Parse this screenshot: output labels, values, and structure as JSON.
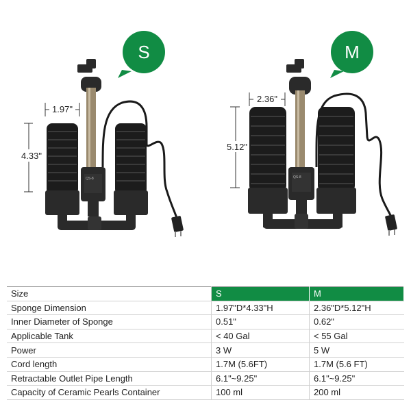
{
  "products": [
    {
      "badge": "S",
      "width_label": "1.97\"",
      "height_label": "4.33\"",
      "label_text": "QS-8"
    },
    {
      "badge": "M",
      "width_label": "2.36\"",
      "height_label": "5.12\"",
      "label_text": "QS-8"
    }
  ],
  "colors": {
    "accent": "#118c44",
    "sponge": "#1c1c1c",
    "body": "#2a2a2a",
    "pipe": "#9a8a6e"
  },
  "table": {
    "columns": [
      "Size",
      "S",
      "M"
    ],
    "rows": [
      [
        "Sponge Dimension",
        "1.97\"D*4.33\"H",
        "2.36\"D*5.12\"H"
      ],
      [
        "Inner Diameter of Sponge",
        "0.51\"",
        "0.62\""
      ],
      [
        "Applicable Tank",
        "< 40 Gal",
        "< 55 Gal"
      ],
      [
        "Power",
        "3 W",
        "5 W"
      ],
      [
        "Cord length",
        "1.7M (5.6FT)",
        "1.7M (5.6 FT)"
      ],
      [
        "Retractable Outlet Pipe Length",
        "6.1\"~9.25\"",
        "6.1\"~9.25\""
      ],
      [
        "Capacity of Ceramic Pearls Container",
        "100 ml",
        "200 ml"
      ]
    ]
  }
}
